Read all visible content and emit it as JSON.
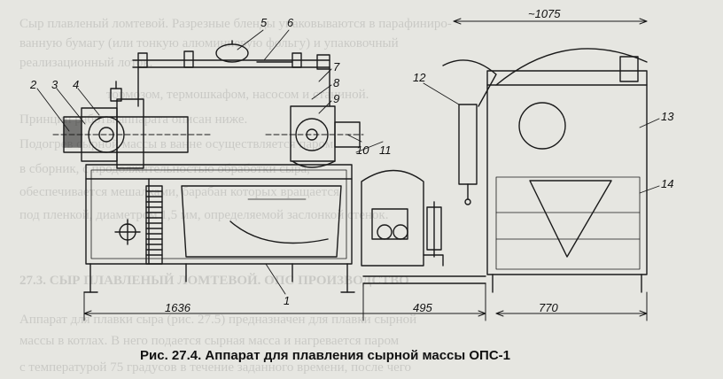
{
  "figure": {
    "caption": "Рис. 27.4. Аппарат для плавления сырной массы ОПС-1",
    "callouts": [
      "1",
      "2",
      "3",
      "4",
      "5",
      "6",
      "7",
      "8",
      "9",
      "10",
      "11",
      "12",
      "13",
      "14"
    ],
    "dimensions": {
      "top": "~1075",
      "bottom_left": "1636",
      "bottom_mid": "495",
      "bottom_right": "770"
    }
  },
  "background_text": [
    "Сыр плавленый ломтевой. Разрезные бленды упаковываются в парафиниро-",
    "ванную бумагу (или тонкую алюминиевую фольгу) и упаковочный",
    "реализационный лоток.",
    "тормозом, термошкафом, насосом и станиной.",
    "Принцип работы аппарата описан ниже.",
    "Подогрев сырной массы в ванне осуществляется паром.",
    "в сборник, с продолжительностью обработки сыра,",
    "обеспечивается мешалками, барабан которых вращается",
    "под пленкой, диаметром 1,5 мм, определяемой заслонкой стенок.",
    "27.3. СЫР ПЛАВЛЕНЫЙ ЛОМТЕВОЙ. ОПС ПРОИЗВОДСТВО",
    "Аппарат для плавки сыра (рис. 27.5) предназначен для плавки сырной",
    "массы в котлах. В него подается сырная масса и нагревается паром",
    "с температурой 75 градусов в течение заданного времени, после чего"
  ]
}
